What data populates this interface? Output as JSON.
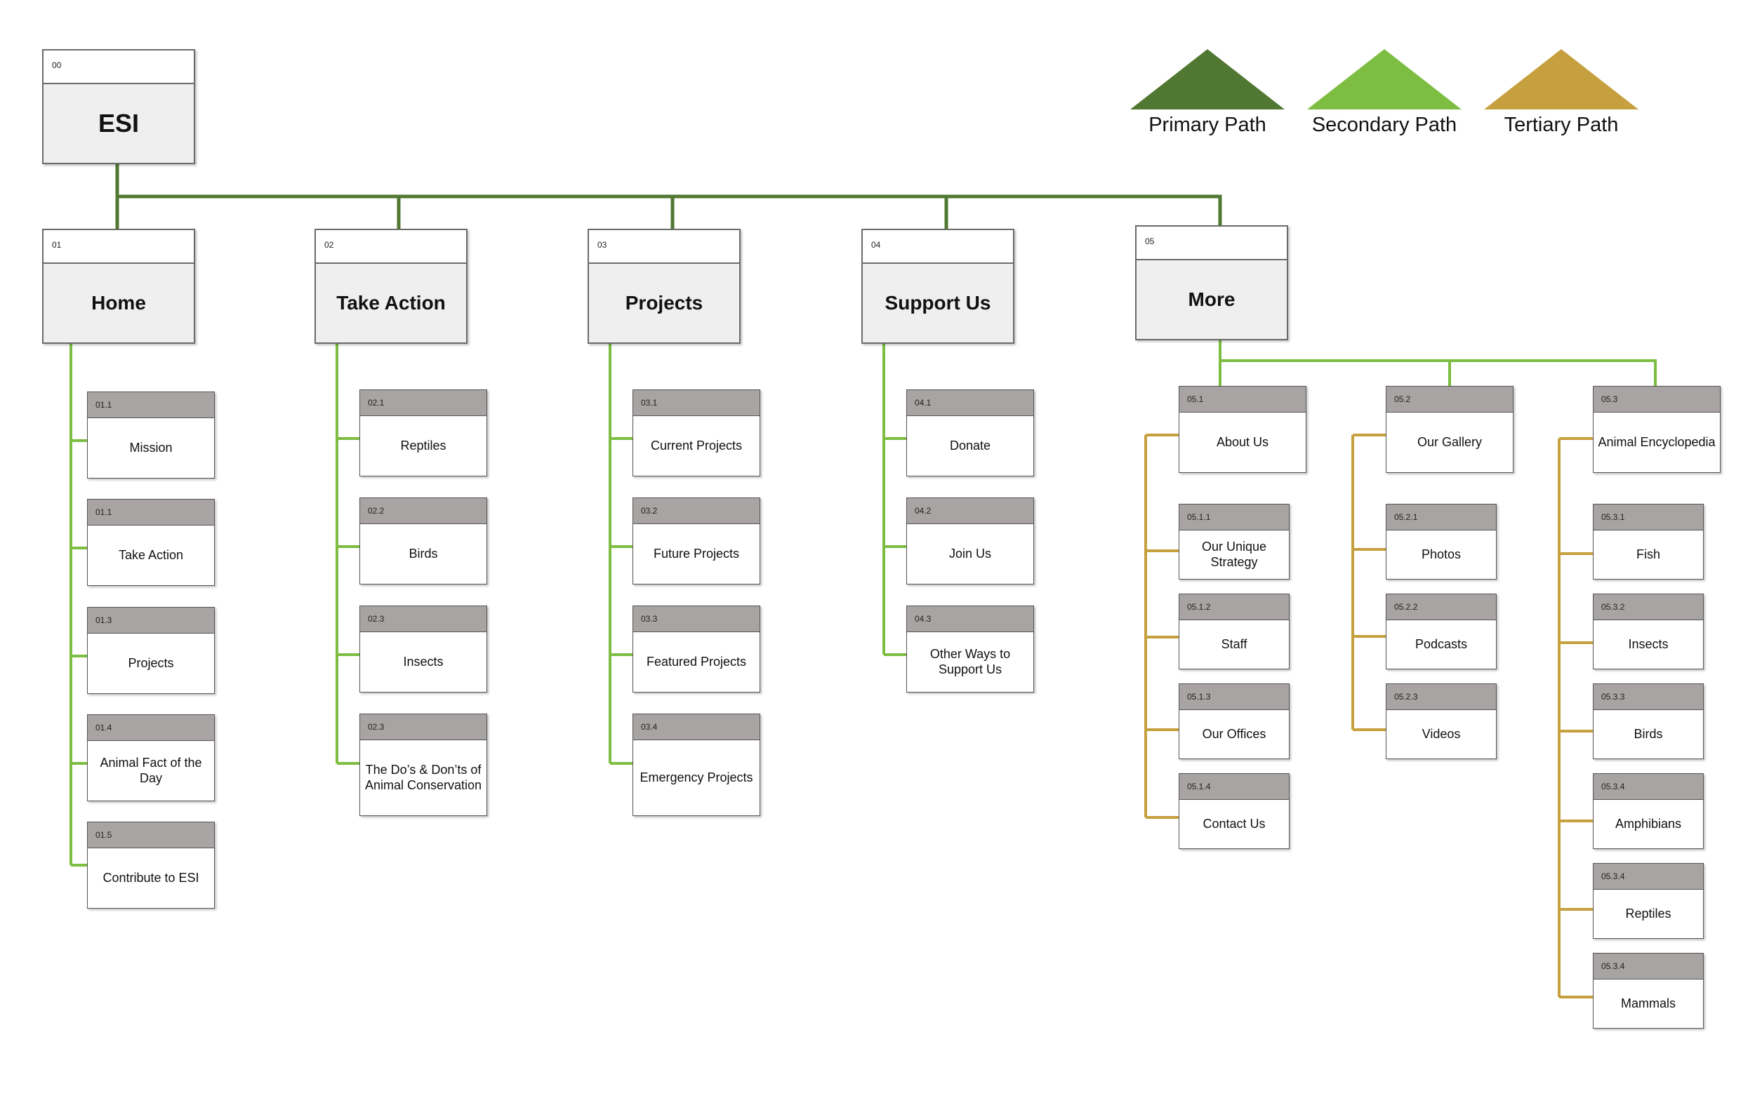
{
  "colors": {
    "primary": "#517832",
    "secondary": "#7cbd42",
    "tertiary": "#c6a03e"
  },
  "legend": [
    {
      "label": "Primary Path",
      "color": "#517832"
    },
    {
      "label": "Secondary Path",
      "color": "#7cbd42"
    },
    {
      "label": "Tertiary Path",
      "color": "#c6a03e"
    }
  ],
  "root": {
    "code": "00",
    "title": "ESI"
  },
  "sections": [
    {
      "code": "01",
      "title": "Home",
      "children": [
        {
          "code": "01.1",
          "label": "Mission"
        },
        {
          "code": "01.1",
          "label": "Take Action"
        },
        {
          "code": "01.3",
          "label": "Projects"
        },
        {
          "code": "01.4",
          "label": "Animal Fact of the Day"
        },
        {
          "code": "01.5",
          "label": "Contribute to ESI"
        }
      ]
    },
    {
      "code": "02",
      "title": "Take Action",
      "children": [
        {
          "code": "02.1",
          "label": "Reptiles"
        },
        {
          "code": "02.2",
          "label": "Birds"
        },
        {
          "code": "02.3",
          "label": "Insects"
        },
        {
          "code": "02.3",
          "label": "The Do’s & Don’ts of Animal Conservation"
        }
      ]
    },
    {
      "code": "03",
      "title": "Projects",
      "children": [
        {
          "code": "03.1",
          "label": "Current Projects"
        },
        {
          "code": "03.2",
          "label": "Future Projects"
        },
        {
          "code": "03.3",
          "label": "Featured Projects"
        },
        {
          "code": "03.4",
          "label": "Emergency Projects"
        }
      ]
    },
    {
      "code": "04",
      "title": "Support Us",
      "children": [
        {
          "code": "04.1",
          "label": "Donate"
        },
        {
          "code": "04.2",
          "label": "Join Us"
        },
        {
          "code": "04.3",
          "label": "Other Ways to Support Us"
        }
      ]
    },
    {
      "code": "05",
      "title": "More",
      "groups": [
        {
          "code": "05.1",
          "label": "About Us",
          "children": [
            {
              "code": "05.1.1",
              "label": "Our Unique Strategy"
            },
            {
              "code": "05.1.2",
              "label": "Staff"
            },
            {
              "code": "05.1.3",
              "label": "Our Offices"
            },
            {
              "code": "05.1.4",
              "label": "Contact Us"
            }
          ]
        },
        {
          "code": "05.2",
          "label": "Our Gallery",
          "children": [
            {
              "code": "05.2.1",
              "label": "Photos"
            },
            {
              "code": "05.2.2",
              "label": "Podcasts"
            },
            {
              "code": "05.2.3",
              "label": "Videos"
            }
          ]
        },
        {
          "code": "05.3",
          "label": "Animal Encyclopedia",
          "children": [
            {
              "code": "05.3.1",
              "label": "Fish"
            },
            {
              "code": "05.3.2",
              "label": "Insects"
            },
            {
              "code": "05.3.3",
              "label": "Birds"
            },
            {
              "code": "05.3.4",
              "label": "Amphibians"
            },
            {
              "code": "05.3.4",
              "label": "Reptiles"
            },
            {
              "code": "05.3.4",
              "label": "Mammals"
            }
          ]
        }
      ]
    }
  ]
}
